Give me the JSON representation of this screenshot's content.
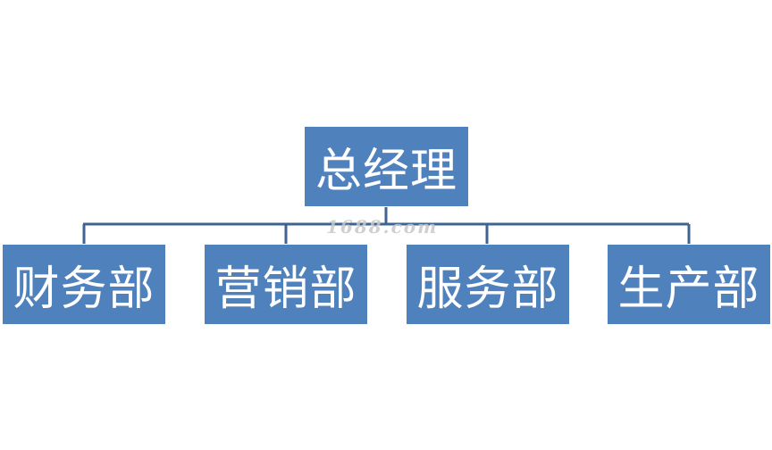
{
  "diagram": {
    "type": "org-chart",
    "root": {
      "label": "总经理"
    },
    "children": [
      {
        "label": "财务部"
      },
      {
        "label": "营销部"
      },
      {
        "label": "服务部"
      },
      {
        "label": "生产部"
      }
    ],
    "colors": {
      "box_fill": "#4f81bd",
      "box_text": "#ffffff",
      "connector": "#3f6493",
      "background": "#ffffff"
    }
  },
  "watermark": {
    "text": "1688.com"
  }
}
